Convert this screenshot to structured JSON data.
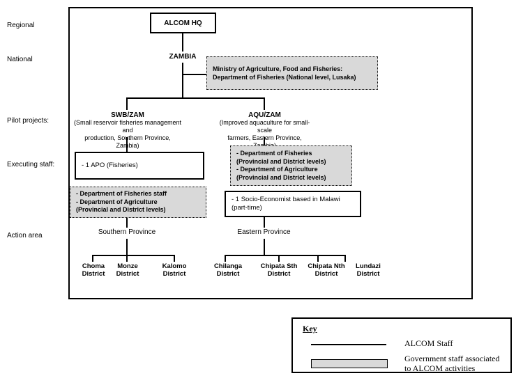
{
  "row_labels": [
    {
      "id": "regional",
      "label": "Regional"
    },
    {
      "id": "national",
      "label": "National"
    },
    {
      "id": "pilot-projects",
      "label": "Pilot projects:"
    },
    {
      "id": "executing-staff",
      "label": "Executing staff:"
    },
    {
      "id": "action-area",
      "label": "Action area"
    }
  ],
  "nodes": {
    "hq": {
      "label": "ALCOM HQ"
    },
    "zambia": {
      "label": "ZAMBIA"
    },
    "ministry": {
      "lines": [
        "Ministry of Agriculture, Food and Fisheries:",
        "Department of Fisheries (National level, Lusaka)"
      ]
    },
    "swb": {
      "title": "SWB/ZAM",
      "sub_lines": [
        "(Small reservoir fisheries management and",
        "production, Southern Province, Zambia)"
      ]
    },
    "aqu": {
      "title": "AQU/ZAM",
      "sub_lines": [
        "(Improved aquaculture for small-scale",
        "farmers, Eastern Province, Zambia)"
      ]
    },
    "apo": {
      "lines": [
        "- 1 APO (Fisheries)"
      ]
    },
    "swb_gov": {
      "lines": [
        "- Department of Fisheries staff",
        "- Department of Agriculture",
        "  (Provincial and District levels)"
      ]
    },
    "aqu_gov": {
      "lines": [
        "- Department of Fisheries",
        "  (Provincial and District levels)",
        "- Department of Agriculture",
        "  (Provincial and District levels)"
      ]
    },
    "socio": {
      "lines": [
        "- 1 Socio-Economist based in Malawi",
        "  (part-time)"
      ]
    }
  },
  "provinces": {
    "southern": {
      "label": "Southern Province",
      "districts": [
        {
          "line1": "Choma",
          "line2": "District"
        },
        {
          "line1": "Monze",
          "line2": "District"
        },
        {
          "line1": "Kalomo",
          "line2": "District"
        }
      ]
    },
    "eastern": {
      "label": "Eastern Province",
      "districts": [
        {
          "line1": "Chilanga",
          "line2": "District"
        },
        {
          "line1": "Chipata Sth",
          "line2": "District"
        },
        {
          "line1": "Chipata Nth",
          "line2": "District"
        },
        {
          "line1": "Lundazi",
          "line2": "District"
        }
      ]
    }
  },
  "key": {
    "title": "Key",
    "entries": [
      {
        "type": "line",
        "label": "ALCOM Staff"
      },
      {
        "type": "grey",
        "label_line1": "Government staff associated",
        "label_line2": "to ALCOM activities"
      }
    ]
  },
  "colors": {
    "stroke": "#000000",
    "government_fill": "#d9d9d9",
    "background": "#ffffff"
  }
}
